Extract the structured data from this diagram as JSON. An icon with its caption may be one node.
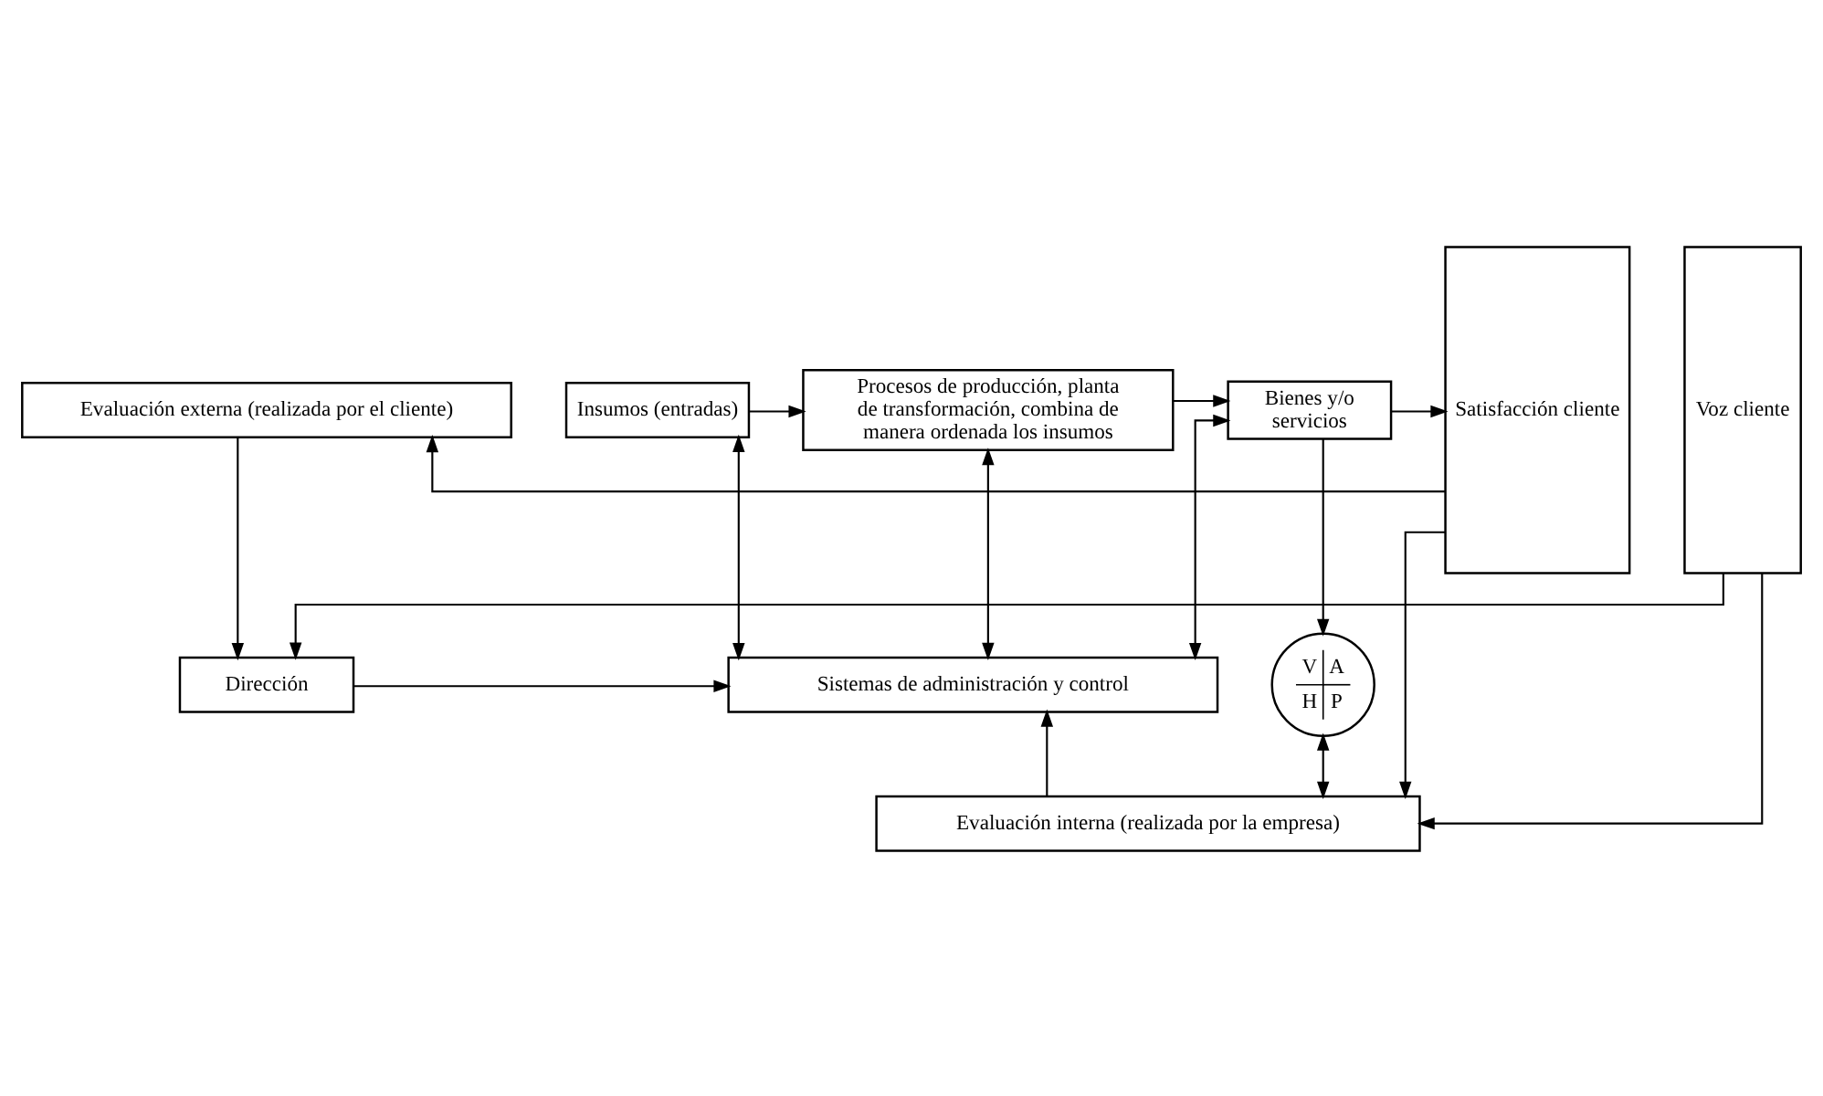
{
  "diagram": {
    "nodes": [
      {
        "text": [
          "Dirección"
        ]
      },
      {
        "text": [
          "Evaluación externa (realizada por el cliente)"
        ]
      },
      {
        "text": [
          "Insumos (entradas)"
        ]
      },
      {
        "text": [
          "Procesos de producción, planta de transformación, combina de manera ordenada los insumos"
        ]
      },
      {
        "text": [
          "Bienes y/o servicios"
        ]
      },
      {
        "text": [
          "Sistemas de administración y control"
        ]
      },
      {
        "text": [
          "Evaluación interna (realizada por la empresa)"
        ]
      },
      {
        "text": [
          "Voz cliente"
        ]
      },
      {
        "text": [
          "Satisfacción cliente"
        ]
      },
      {
        "text": [
          "V",
          "A",
          "H",
          "P"
        ]
      }
    ],
    "edges": [
      {
        "from": 7,
        "to": 0,
        "arrow": "to"
      },
      {
        "from": 0,
        "to": 5,
        "arrow": "to"
      },
      {
        "from": 1,
        "to": 0,
        "arrow": "to"
      },
      {
        "from": 8,
        "to": 1,
        "arrow": "to"
      },
      {
        "from": 2,
        "to": 3,
        "arrow": "to"
      },
      {
        "from": 3,
        "to": 4,
        "arrow": "to"
      },
      {
        "from": 4,
        "to": 8,
        "arrow": "to"
      },
      {
        "from": 2,
        "to": 5,
        "arrow": "both"
      },
      {
        "from": 3,
        "to": 5,
        "arrow": "both"
      },
      {
        "from": 4,
        "to": 5,
        "arrow": "both"
      },
      {
        "from": 4,
        "to": 9,
        "arrow": "to"
      },
      {
        "from": 6,
        "to": 5,
        "arrow": "to"
      },
      {
        "from": 7,
        "to": 6,
        "arrow": "to"
      },
      {
        "from": 8,
        "to": 6,
        "arrow": "to"
      },
      {
        "from": 9,
        "to": 6,
        "arrow": "both"
      }
    ]
  }
}
